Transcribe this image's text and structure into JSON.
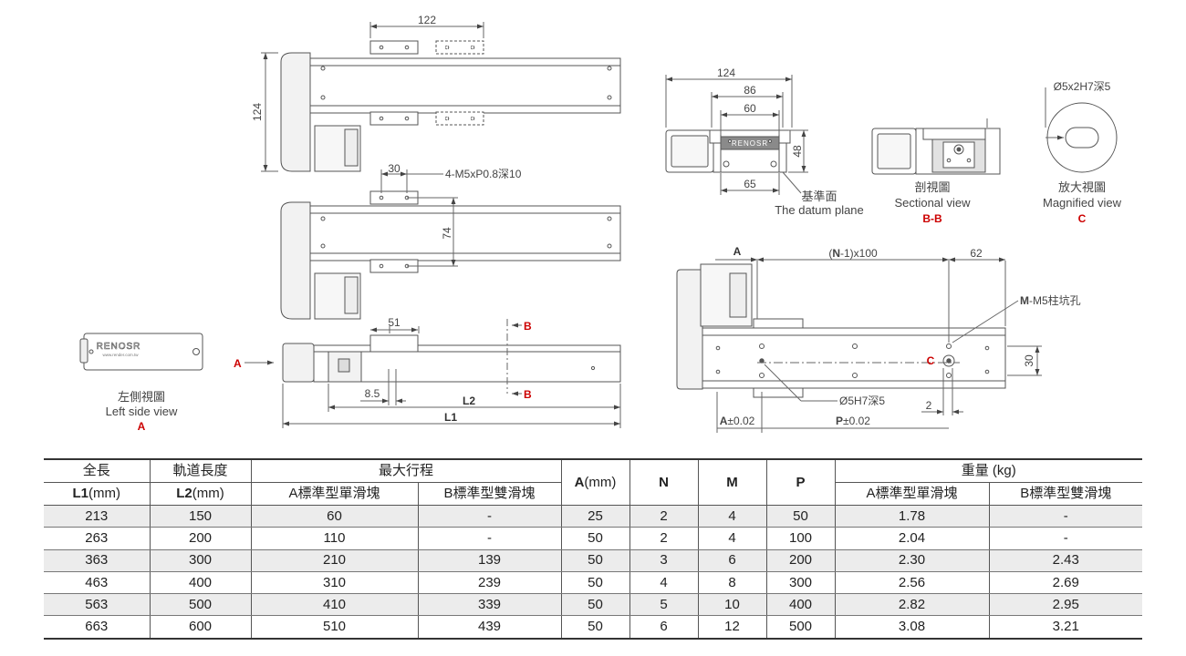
{
  "colors": {
    "line": "#555555",
    "fill": "#ffffff",
    "accent": "#cc0000",
    "row_shade": "#ececec",
    "dark_part": "#8a8a8a"
  },
  "top_view": {
    "dim_width": "122",
    "dim_height": "124"
  },
  "middle_view": {
    "dim_pitch": "30",
    "dim_height": "74",
    "callout_tap": "4-M5xP0.8深10"
  },
  "front_view": {
    "dim_block": "51",
    "dim_offset": "8.5",
    "label_l2": "L2",
    "label_l1": "L1",
    "section_b_top": "B",
    "section_b_bottom": "B",
    "arrow_a": "A"
  },
  "left_side": {
    "brand_text": "RENOSR",
    "site_text": "www.render.com.tw",
    "caption_zh": "左側視圖",
    "caption_en": "Left side view",
    "caption_ref": "A"
  },
  "end_view": {
    "dim_total": "124",
    "dim_86": "86",
    "dim_60": "60",
    "dim_65": "65",
    "dim_48": "48",
    "brand_text": "RENOSR",
    "datum_zh": "基準面",
    "datum_en": "The datum plane"
  },
  "section_view": {
    "caption_zh": "剖視圖",
    "caption_en": "Sectional view",
    "caption_ref": "B-B"
  },
  "magnified_view": {
    "callout": "Ø5x2H7深5",
    "caption_zh": "放大視圖",
    "caption_en": "Magnified view",
    "caption_ref": "C"
  },
  "bottom_view": {
    "label_a": "A",
    "pitch_n": "N",
    "pitch_rest": "-1)x100",
    "dim_62": "62",
    "callout_m_bold": "M",
    "callout_m_rest": "-M5柱坑孔",
    "label_c": "C",
    "dim_30": "30",
    "callout_dowel": "Ø5H7深5",
    "dim_2": "2",
    "tol_a_letter": "A",
    "tol_a_rest": "±0.02",
    "tol_p_letter": "P",
    "tol_p_rest": "±0.02"
  },
  "table": {
    "headers": {
      "total_length_zh": "全長",
      "total_length_bold": "L1",
      "total_length_unit": "(mm)",
      "rail_length_zh": "軌道長度",
      "rail_length_bold": "L2",
      "rail_length_unit": "(mm)",
      "max_stroke": "最大行程",
      "single_block": "A標準型單滑塊",
      "double_block": "B標準型雙滑塊",
      "a_bold": "A",
      "a_unit": "(mm)",
      "n": "N",
      "m": "M",
      "p": "P",
      "weight": "重量 (kg)",
      "weight_single": "A標準型單滑塊",
      "weight_double": "B標準型雙滑塊"
    },
    "rows": [
      [
        "213",
        "150",
        "60",
        "-",
        "25",
        "2",
        "4",
        "50",
        "1.78",
        "-"
      ],
      [
        "263",
        "200",
        "110",
        "-",
        "50",
        "2",
        "4",
        "100",
        "2.04",
        "-"
      ],
      [
        "363",
        "300",
        "210",
        "139",
        "50",
        "3",
        "6",
        "200",
        "2.30",
        "2.43"
      ],
      [
        "463",
        "400",
        "310",
        "239",
        "50",
        "4",
        "8",
        "300",
        "2.56",
        "2.69"
      ],
      [
        "563",
        "500",
        "410",
        "339",
        "50",
        "5",
        "10",
        "400",
        "2.82",
        "2.95"
      ],
      [
        "663",
        "600",
        "510",
        "439",
        "50",
        "6",
        "12",
        "500",
        "3.08",
        "3.21"
      ]
    ]
  }
}
